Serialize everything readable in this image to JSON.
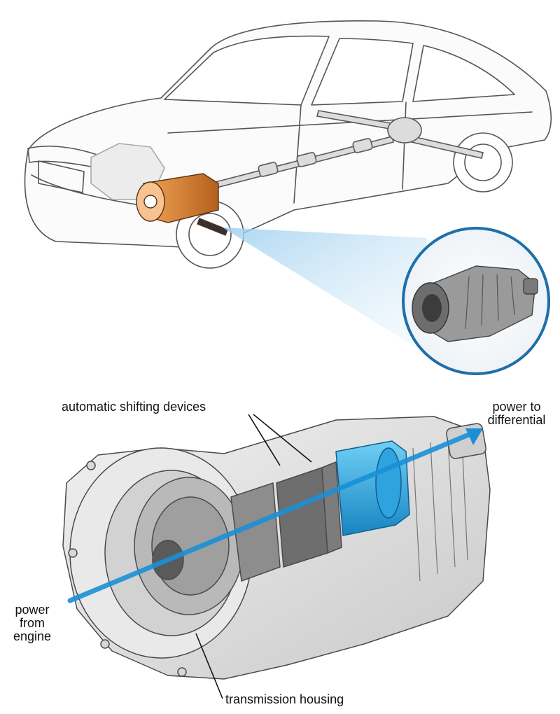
{
  "labels": {
    "automatic_shifting_devices": "automatic shifting devices",
    "power_to_differential": {
      "line1": "power to",
      "line2": "differential"
    },
    "power_from_engine": {
      "line1": "power",
      "line2": "from",
      "line3": "engine"
    },
    "transmission_housing": "transmission housing"
  },
  "colors": {
    "transmission_highlight": "#d9822b",
    "power_flow_blue": "#1a8fd6",
    "inset_ring": "#1f6fa8",
    "gear_blue": "#3fb6e6",
    "outline": "#4a4a4a"
  },
  "icons": {
    "car": "sedan-cutaway-illustration",
    "inset": "transmission-photo-inset",
    "cutaway": "transmission-cutaway-illustration"
  }
}
